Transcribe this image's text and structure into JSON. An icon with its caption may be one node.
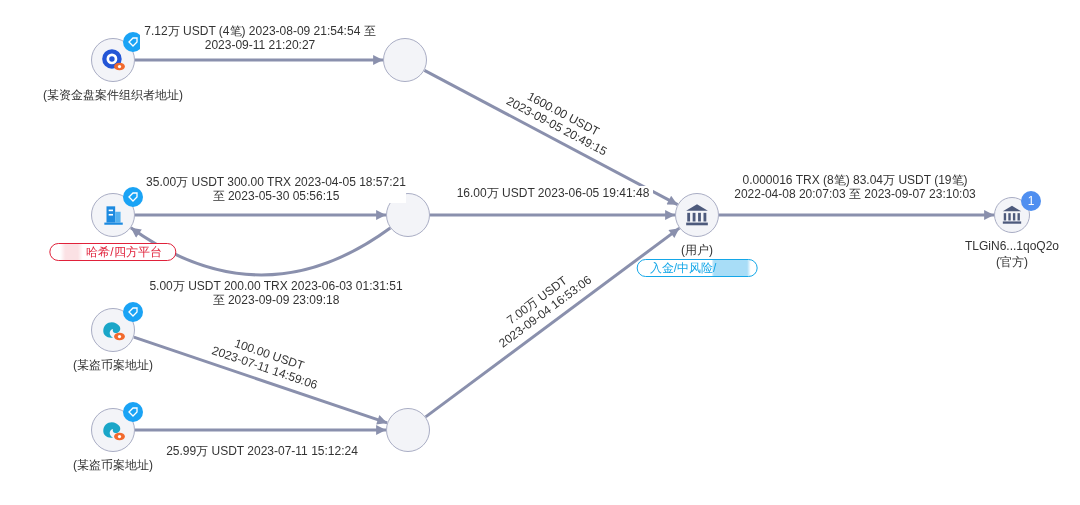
{
  "diagram": {
    "nodes": [
      {
        "text": [],
        "shape": "circle",
        "beside": [
          "(某资金盘案件组织者地址)"
        ]
      },
      {
        "text": [],
        "shape": "circle"
      },
      {
        "text": [],
        "shape": "circle",
        "beside": [
          "哈希/四方平台"
        ]
      },
      {
        "text": [],
        "shape": "circle"
      },
      {
        "text": [],
        "shape": "circle",
        "beside": [
          "(用户)",
          "入金/中风险/"
        ]
      },
      {
        "text": [],
        "shape": "circle",
        "beside": [
          "TLGiN6...1qoQ2o",
          "(官方)"
        ]
      },
      {
        "text": [],
        "shape": "circle",
        "beside": [
          "(某盗币案地址)"
        ]
      },
      {
        "text": [],
        "shape": "circle",
        "beside": [
          "(某盗币案地址)"
        ]
      },
      {
        "text": [],
        "shape": "circle"
      }
    ],
    "edges": [
      {
        "from": 0,
        "to": 1,
        "arrow": "to",
        "label": "7.12万 USDT (4笔) 2023-08-09 21:54:54 至 2023-09-11 21:20:27"
      },
      {
        "from": 1,
        "to": 4,
        "arrow": "to",
        "label": "1600.00 USDT 2023-09-05 20:49:15"
      },
      {
        "from": 2,
        "to": 3,
        "arrow": "to",
        "label": "35.00万 USDT 300.00 TRX 2023-04-05 18:57:21 至 2023-05-30 05:56:15"
      },
      {
        "from": 3,
        "to": 2,
        "arrow": "to",
        "label": "5.00万 USDT 200.00 TRX 2023-06-03 01:31:51 至 2023-09-09 23:09:18"
      },
      {
        "from": 3,
        "to": 4,
        "arrow": "to",
        "label": "16.00万 USDT 2023-06-05 19:41:48"
      },
      {
        "from": 4,
        "to": 5,
        "arrow": "to",
        "label": "0.000016 TRX (8笔) 83.04万 USDT (19笔) 2022-04-08 20:07:03 至 2023-09-07 23:10:03"
      },
      {
        "from": 6,
        "to": 8,
        "arrow": "to",
        "label": "100.00 USDT 2023-07-11 14:59:06"
      },
      {
        "from": 7,
        "to": 8,
        "arrow": "to",
        "label": "25.99万 USDT 2023-07-11 15:12:24"
      },
      {
        "from": 8,
        "to": 4,
        "arrow": "to",
        "label": "7.00万 USDT 2023-09-04 16:53:06"
      }
    ],
    "labels": [
      "1"
    ]
  }
}
